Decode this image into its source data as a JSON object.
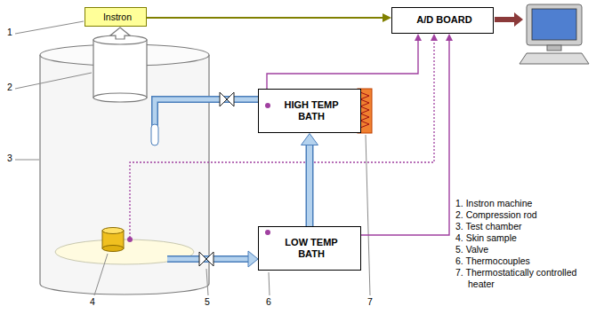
{
  "diagram": {
    "nodes": [
      {
        "text": [
          "Instron"
        ]
      },
      {
        "text": [
          "A/D BOARD"
        ]
      },
      {
        "text": [
          "HIGH TEMP BATH"
        ]
      },
      {
        "text": [
          "LOW TEMP BATH"
        ]
      }
    ],
    "edges": [
      {
        "from": 0,
        "to": 1,
        "arrow": "to"
      },
      {
        "from": 3,
        "to": 2,
        "arrow": "to"
      },
      {
        "from": 2,
        "to": 1,
        "arrow": "to"
      },
      {
        "from": 3,
        "to": 1,
        "arrow": "to"
      }
    ],
    "labels": [
      "1",
      "2",
      "3",
      "4",
      "5",
      "6",
      "7",
      "1. Instron machine",
      "2. Compression rod",
      "3. Test chamber",
      "4. Skin sample",
      "5. Valve",
      "6. Thermocouples",
      "7. Thermostatically controlled heater"
    ]
  }
}
